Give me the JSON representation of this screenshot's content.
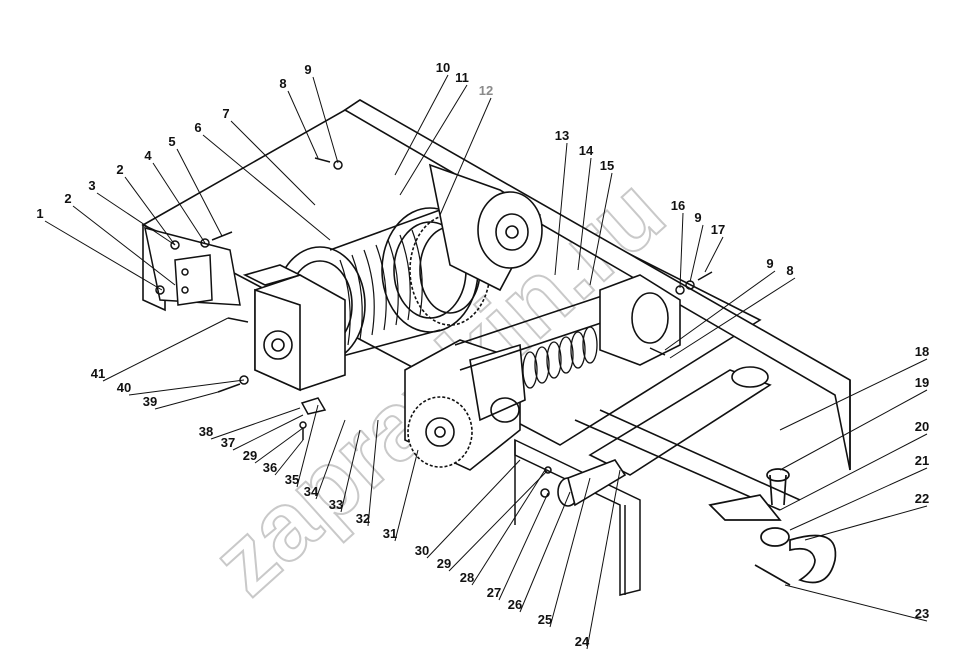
{
  "watermark": "zapravkin.ru",
  "colors": {
    "ink": "#111111",
    "watermark": "#c9c9c9",
    "label_grey": "#8a8a8a"
  },
  "callouts": [
    {
      "id": "c1",
      "text": "1"
    },
    {
      "id": "c2a",
      "text": "2"
    },
    {
      "id": "c2b",
      "text": "2"
    },
    {
      "id": "c3",
      "text": "3"
    },
    {
      "id": "c4",
      "text": "4"
    },
    {
      "id": "c5",
      "text": "5"
    },
    {
      "id": "c6",
      "text": "6"
    },
    {
      "id": "c7",
      "text": "7"
    },
    {
      "id": "c8a",
      "text": "8"
    },
    {
      "id": "c9a",
      "text": "9"
    },
    {
      "id": "c10",
      "text": "10"
    },
    {
      "id": "c11",
      "text": "11"
    },
    {
      "id": "c12",
      "text": "12"
    },
    {
      "id": "c13",
      "text": "13"
    },
    {
      "id": "c14",
      "text": "14"
    },
    {
      "id": "c15",
      "text": "15"
    },
    {
      "id": "c16",
      "text": "16"
    },
    {
      "id": "c9b",
      "text": "9"
    },
    {
      "id": "c17",
      "text": "17"
    },
    {
      "id": "c9c",
      "text": "9"
    },
    {
      "id": "c8b",
      "text": "8"
    },
    {
      "id": "c18",
      "text": "18"
    },
    {
      "id": "c19",
      "text": "19"
    },
    {
      "id": "c20",
      "text": "20"
    },
    {
      "id": "c21",
      "text": "21"
    },
    {
      "id": "c22",
      "text": "22"
    },
    {
      "id": "c23",
      "text": "23"
    },
    {
      "id": "c24",
      "text": "24"
    },
    {
      "id": "c25",
      "text": "25"
    },
    {
      "id": "c26",
      "text": "26"
    },
    {
      "id": "c27",
      "text": "27"
    },
    {
      "id": "c28",
      "text": "28"
    },
    {
      "id": "c29a",
      "text": "29"
    },
    {
      "id": "c30",
      "text": "30"
    },
    {
      "id": "c31",
      "text": "31"
    },
    {
      "id": "c32",
      "text": "32"
    },
    {
      "id": "c33",
      "text": "33"
    },
    {
      "id": "c34",
      "text": "34"
    },
    {
      "id": "c35",
      "text": "35"
    },
    {
      "id": "c36",
      "text": "36"
    },
    {
      "id": "c29b",
      "text": "29"
    },
    {
      "id": "c37",
      "text": "37"
    },
    {
      "id": "c38",
      "text": "38"
    },
    {
      "id": "c39",
      "text": "39"
    },
    {
      "id": "c40",
      "text": "40"
    },
    {
      "id": "c41",
      "text": "41"
    }
  ]
}
